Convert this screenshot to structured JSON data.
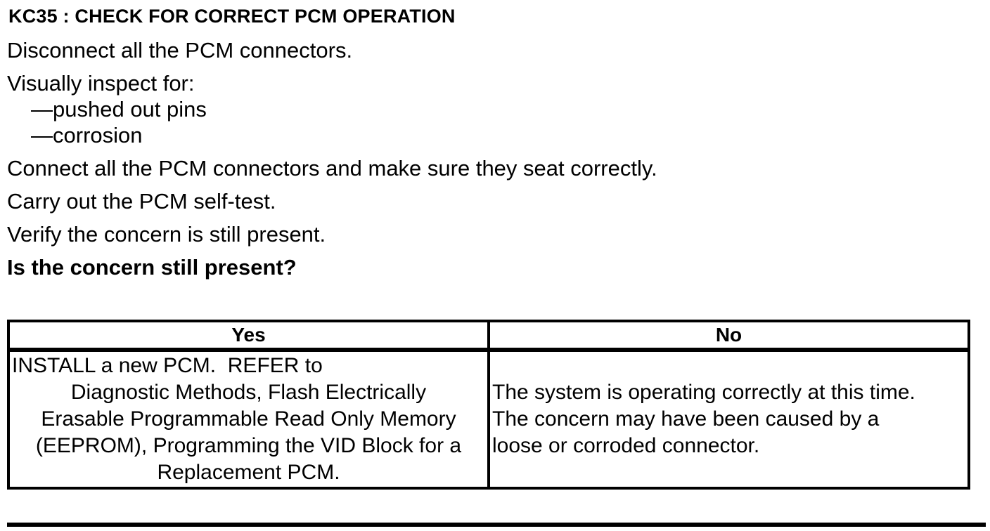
{
  "title": "KC35 : CHECK FOR CORRECT PCM OPERATION",
  "steps": {
    "disconnect": "Disconnect all the PCM connectors.",
    "inspect_intro": "Visually inspect for:",
    "inspect_items": [
      "—pushed out pins",
      "—corrosion"
    ],
    "connect": "Connect all the PCM connectors and make sure they seat correctly.",
    "self_test": "Carry out the PCM self-test.",
    "verify": "Verify the concern is still present."
  },
  "question": "Is the concern still present?",
  "decision_table": {
    "headers": {
      "yes": "Yes",
      "no": "No"
    },
    "yes_action_lines": [
      "INSTALL a new PCM.  REFER to",
      "Diagnostic Methods, Flash Electrically",
      "Erasable Programmable Read Only Memory",
      "(EEPROM), Programming the VID Block for a",
      "Replacement PCM."
    ],
    "no_action_lines": [
      "The system is operating correctly at this time.",
      "The concern may have been caused by a",
      "loose or corroded connector."
    ]
  },
  "colors": {
    "text": "#000000",
    "background": "#ffffff",
    "border": "#000000"
  }
}
